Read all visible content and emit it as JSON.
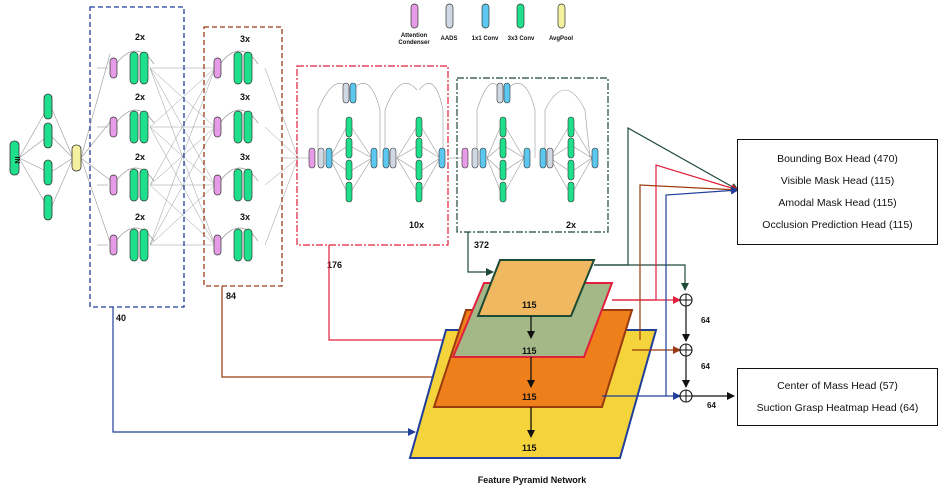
{
  "legend": [
    {
      "label": "Attention\nCondenser",
      "color": "#e59be5",
      "name": "legend-attention-condenser"
    },
    {
      "label": "AADS",
      "color": "#cfd8e3",
      "name": "legend-aads"
    },
    {
      "label": "1x1 Conv",
      "color": "#5cc8f0",
      "name": "legend-1x1-conv"
    },
    {
      "label": "3x3 Conv",
      "color": "#1ee08c",
      "name": "legend-3x3-conv"
    },
    {
      "label": "AvgPool",
      "color": "#f5f0a0",
      "name": "legend-avgpool"
    }
  ],
  "input_label": "IN",
  "stage1": {
    "repeat_labels": [
      "2x",
      "2x",
      "2x",
      "2x"
    ],
    "channels": "40"
  },
  "stage2": {
    "repeat_labels": [
      "3x",
      "3x",
      "3x",
      "3x"
    ],
    "channels": "84"
  },
  "stage3": {
    "repeat_label": "10x",
    "channels": "176"
  },
  "stage4": {
    "repeat_label": "2x",
    "channels": "372"
  },
  "fpn": {
    "title": "Feature Pyramid Network",
    "level_labels": [
      "115",
      "115",
      "115",
      "115"
    ],
    "sum_labels": [
      "64",
      "64",
      "64"
    ]
  },
  "heads_top": [
    "Bounding Box Head (470)",
    "Visible Mask Head (115)",
    "Amodal Mask Head (115)",
    "Occlusion Prediction Head (115)"
  ],
  "heads_bottom": [
    "Center of Mass Head (57)",
    "Suction Grasp Heatmap Head (64)"
  ],
  "colors": {
    "attention": "#e59be5",
    "aads": "#cfd8e3",
    "conv1": "#5cc8f0",
    "conv3": "#1ee08c",
    "avgpool": "#f5f0a0",
    "blue": "#1f3f9a",
    "brown": "#9a3a10",
    "red": "#e0203c",
    "darkgreen": "#1d4a35",
    "fpn_top": "#f0b860",
    "fpn_green": "#a4b887",
    "fpn_orange": "#ef7f1a",
    "fpn_yellow": "#f5d33a"
  }
}
